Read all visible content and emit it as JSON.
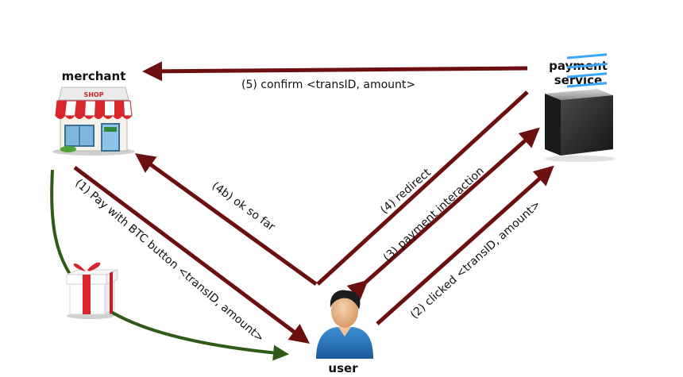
{
  "nodes": {
    "merchant": {
      "label": "merchant",
      "icon": "shop-icon",
      "sign": "SHOP"
    },
    "payment_service": {
      "label_line1": "payment",
      "label_line2": "service",
      "icon": "server-icon"
    },
    "user": {
      "label": "user",
      "icon": "user-icon"
    },
    "gift": {
      "icon": "gift-box-icon"
    }
  },
  "edges": {
    "step1": "(1) Pay with BTC button <transID, amount>",
    "step2": "(2) clicked <transID, amount>",
    "step3": "(3) payment interaction",
    "step4": "(4) redirect",
    "step4b": "(4b) ok so far",
    "step5": "(5) confirm <transID, amount>"
  },
  "colors": {
    "arrow": "#6b0f0f",
    "delivery_arrow": "#2f5a17",
    "shop_awning_red": "#d9262c",
    "server_body": "#2b2b2b",
    "user_shirt": "#1f6fb4"
  }
}
